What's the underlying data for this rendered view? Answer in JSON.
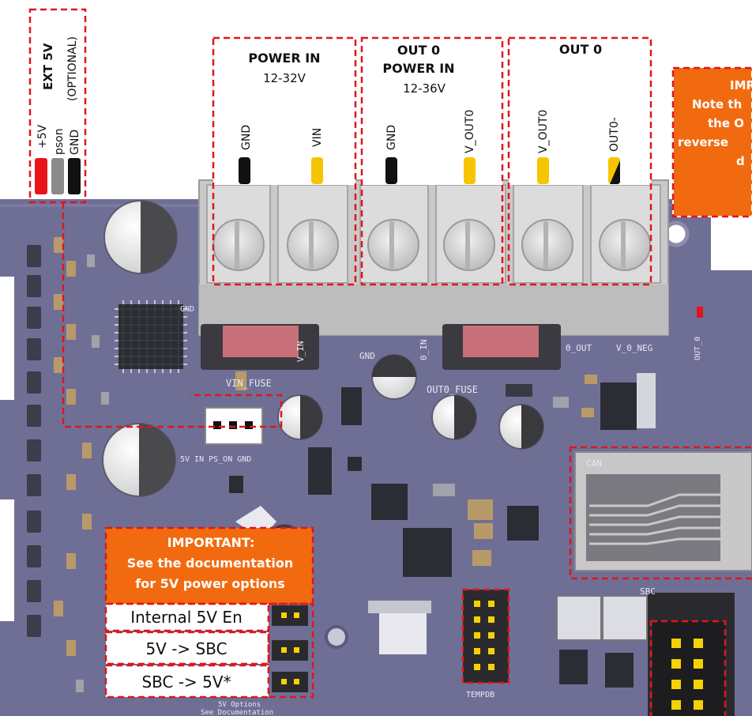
{
  "ext5v": {
    "title": "EXT 5V",
    "subtitle": "(OPTIONAL)",
    "pins": [
      "+5V",
      "pson",
      "GND"
    ]
  },
  "power_in": {
    "title": "POWER IN",
    "range": "12-32V",
    "pins": [
      "GND",
      "VIN"
    ]
  },
  "out0_power": {
    "title_line1": "OUT 0",
    "title_line2": "POWER IN",
    "range": "12-36V",
    "pins": [
      "GND",
      "V_OUT0"
    ]
  },
  "out0": {
    "title": "OUT 0",
    "pins": [
      "V_OUT0",
      "OUT0-"
    ]
  },
  "important_right": {
    "lines": [
      "IMP",
      "Note th",
      "the O",
      "reverse",
      "d"
    ]
  },
  "important_5v": {
    "title": "IMPORTANT:",
    "line1": "See the documentation",
    "line2": "for 5V power options"
  },
  "options": [
    "Internal 5V En",
    "5V -> SBC",
    "SBC -> 5V*"
  ],
  "silk": {
    "vin_fuse": "VIN_FUSE",
    "out0_fuse": "OUT0_FUSE",
    "v_in": "V_IN",
    "gnd": "GND",
    "o_in": "0_IN",
    "o_out": "0_OUT",
    "v0_neg": "V_0_NEG",
    "pwr_label": "5V IN PS_ON GND",
    "gnd_small": "GND",
    "can": "CAN",
    "sbc": "SBC",
    "tempdb": "TEMPDB",
    "out0_led": "OUT_0",
    "opts1": "5V Options",
    "opts2": "See Documentation"
  },
  "colors": {
    "red_dash": "#e0161b",
    "orange": "#f26a10",
    "pcb": "#6f6f96",
    "wire_yellow": "#f7c400",
    "wire_black": "#111111",
    "wire_red": "#e8141c",
    "wire_grey": "#8a8a8a"
  }
}
